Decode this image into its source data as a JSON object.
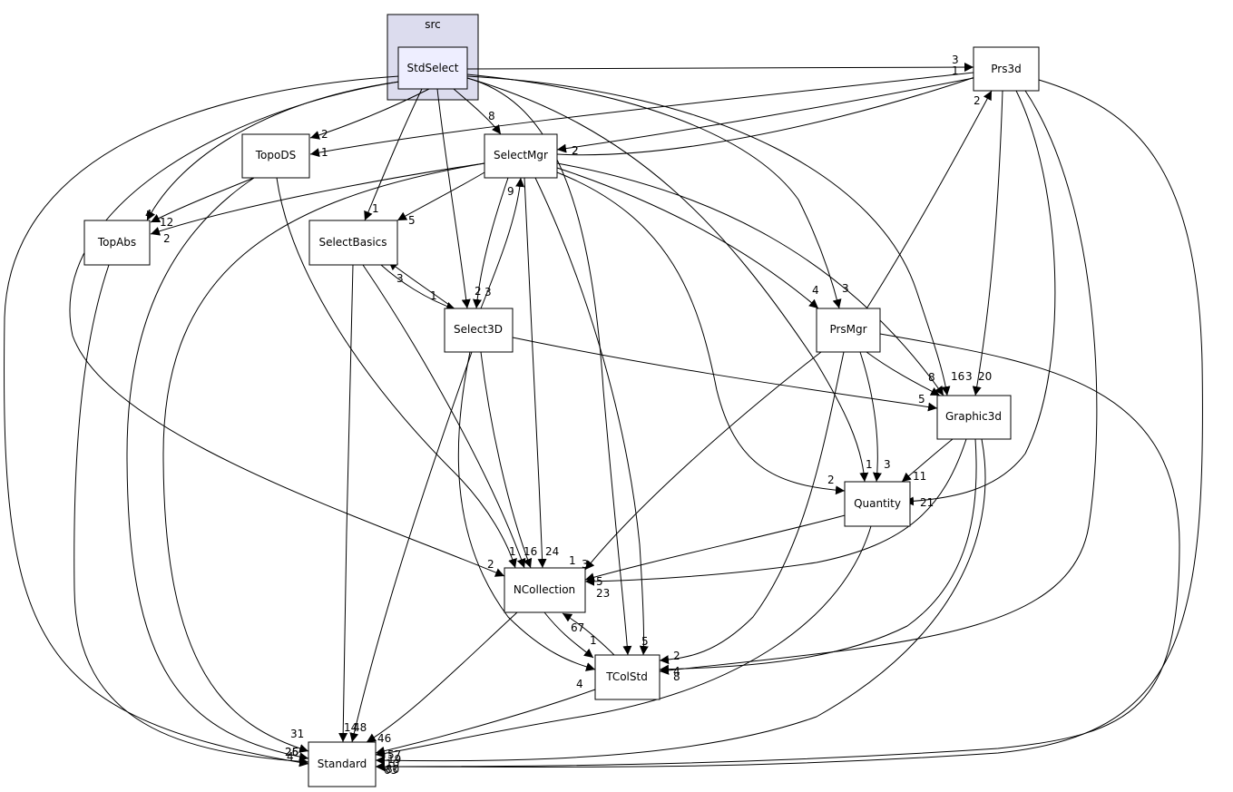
{
  "cluster": {
    "label": "src"
  },
  "nodes": {
    "stdselect": "StdSelect",
    "prs3d": "Prs3d",
    "topods": "TopoDS",
    "selectmgr": "SelectMgr",
    "topabs": "TopAbs",
    "selectbasics": "SelectBasics",
    "select3d": "Select3D",
    "prsmgr": "PrsMgr",
    "graphic3d": "Graphic3d",
    "quantity": "Quantity",
    "ncollection": "NCollection",
    "tcolstd": "TColStd",
    "standard": "Standard"
  },
  "edge_labels": {
    "ss_prs3d": "3",
    "ss_prs3d_b": "1",
    "ss_topods": "2",
    "ss_selectmgr": "8",
    "ss_topabs": "4",
    "ss_selectbasics": "1",
    "ss_select3d": "2",
    "ss_tcolstd": "2",
    "ss_prsmgr": "3",
    "ss_ncoll": "2",
    "ss_standard": "26",
    "ss_graphic3d": "16",
    "ss_quantity": "1",
    "sm_prs3d": "2",
    "sm_topabs": "2",
    "sm_selectbasics": "5",
    "sm_select3d": "3",
    "sm_prsmgr": "4",
    "sm_ncoll": "24",
    "sm_tcolstd": "5",
    "sm_quantity": "2",
    "sm_graphic3d": "3",
    "sm_standard": "31",
    "prs3d_topods": "1",
    "prs3d_selectmgr": "2",
    "prs3d_graphic3d": "20",
    "prs3d_quantity": "21",
    "prs3d_tcolstd": "4",
    "prs3d_standard": "10",
    "topods_topabs": "12",
    "topods_ncoll": "1",
    "topods_standard": "25",
    "topabs_standard": "4",
    "sb_select3d": "1",
    "sb_ncoll": "16",
    "sb_standard": "14",
    "s3d_selectbasics": "3",
    "s3d_selectmgr": "9",
    "s3d_graphic3d": "5",
    "s3d_ncoll": "1",
    "s3d_tcolstd": "4",
    "s3d_standard": "48",
    "pm_prs3d": "2",
    "pm_graphic3d": "8",
    "pm_quantity": "3",
    "pm_ncoll": "3",
    "pm_tcolstd": "2",
    "pm_standard": "19",
    "g3d_quantity": "11",
    "g3d_ncoll": "5",
    "g3d_tcolstd": "8",
    "g3d_standard": "63",
    "q_ncoll": "23",
    "q_standard": "57",
    "nc_tcolstd": "1",
    "nc_standard": "46",
    "tc_ncoll": "67",
    "tc_standard": "80"
  }
}
